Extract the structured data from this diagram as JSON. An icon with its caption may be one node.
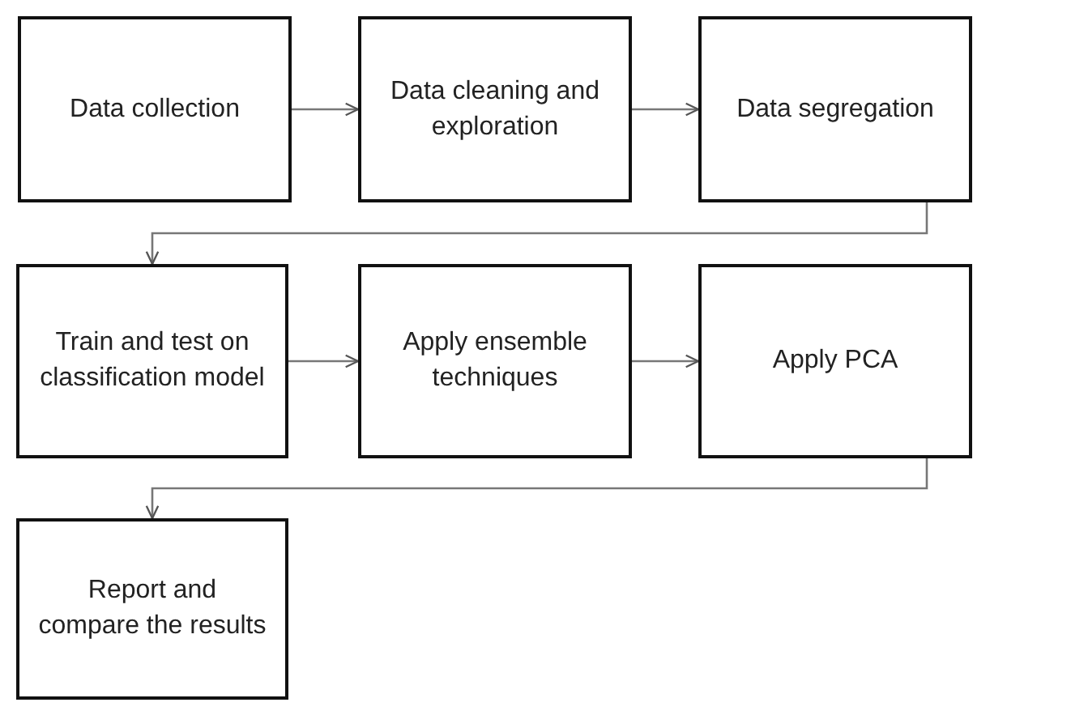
{
  "diagram": {
    "nodes": [
      {
        "text": [
          "Data collection"
        ]
      },
      {
        "text": [
          "Data cleaning and exploration"
        ]
      },
      {
        "text": [
          "Data segregation"
        ]
      },
      {
        "text": [
          "Train and test on classification model"
        ]
      },
      {
        "text": [
          "Apply ensemble techniques"
        ]
      },
      {
        "text": [
          "Apply PCA"
        ]
      },
      {
        "text": [
          "Report and compare the results"
        ]
      }
    ],
    "edges": [
      {
        "from": 0,
        "to": 1,
        "arrow": "to"
      },
      {
        "from": 1,
        "to": 2,
        "arrow": "to"
      },
      {
        "from": 2,
        "to": 3,
        "arrow": "to"
      },
      {
        "from": 3,
        "to": 4,
        "arrow": "to"
      },
      {
        "from": 4,
        "to": 5,
        "arrow": "to"
      },
      {
        "from": 5,
        "to": 6,
        "arrow": "to"
      }
    ]
  }
}
